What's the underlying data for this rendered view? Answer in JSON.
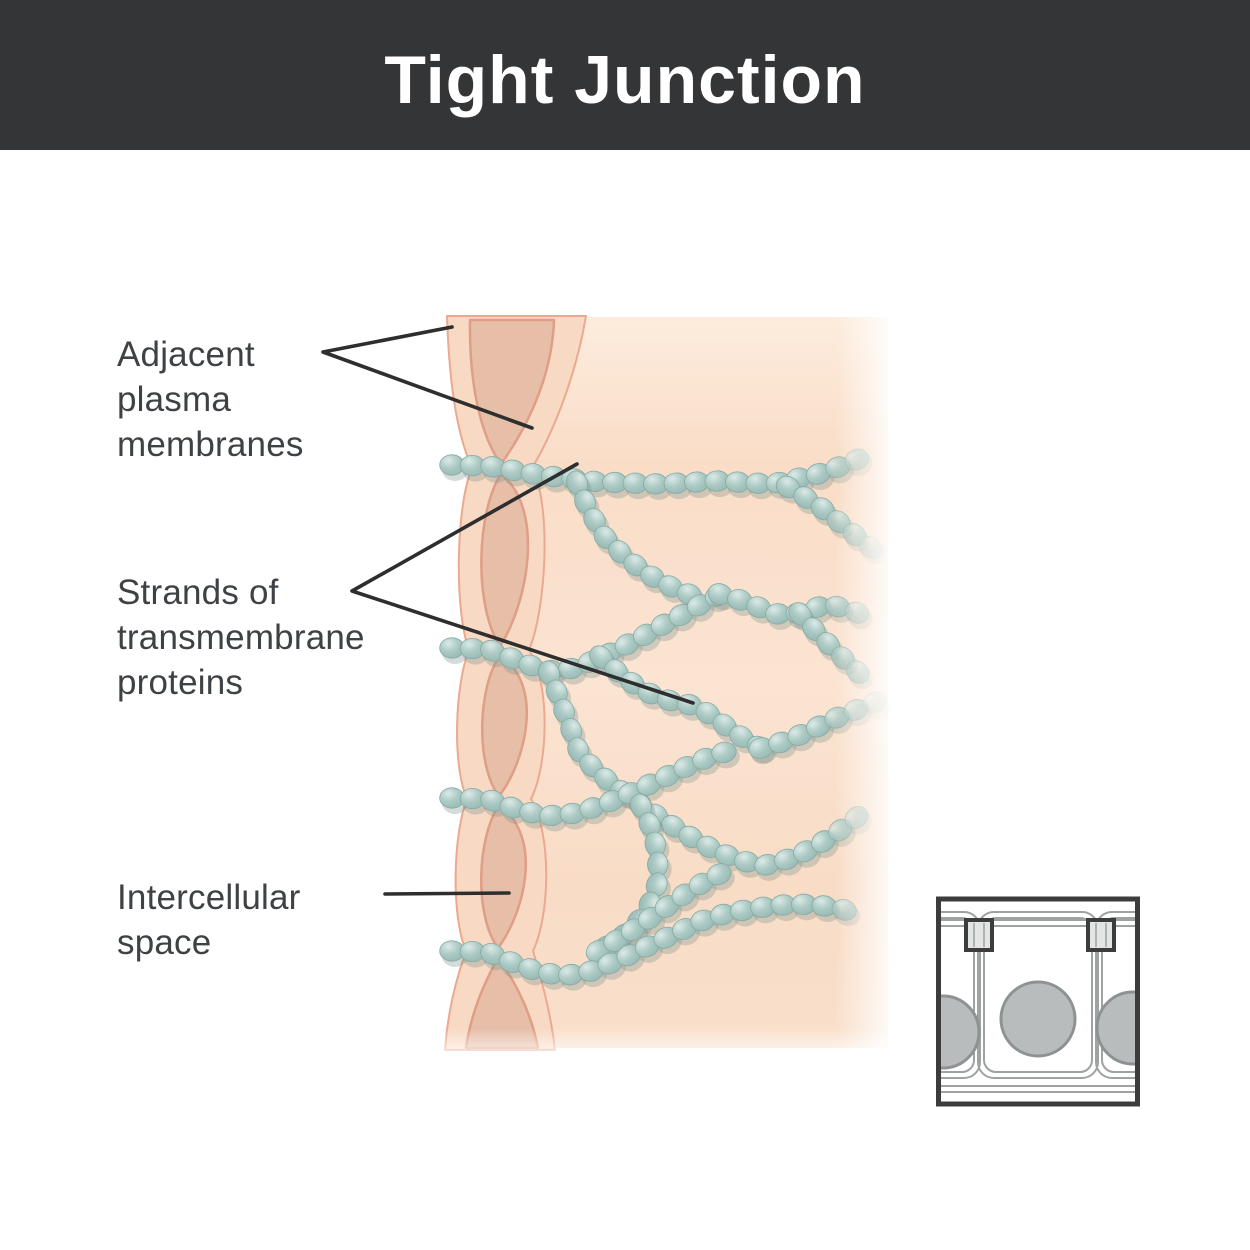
{
  "header": {
    "title": "Tight Junction"
  },
  "labels": {
    "adjacent_plasma_membranes": {
      "lines": [
        "Adjacent",
        "plasma",
        "membranes"
      ]
    },
    "strands_of_transmembrane_proteins": {
      "lines": [
        "Strands of",
        "transmembrane",
        "proteins"
      ]
    },
    "intercellular_space": {
      "lines": [
        "Intercellular",
        "space"
      ]
    }
  },
  "colors": {
    "header_bg": "#333537",
    "header_text": "#ffffff",
    "label_text": "#3f4245",
    "annotation_line": "#2e2e2e",
    "cell_fill": "#fae3d0",
    "cell_fill_light": "#fdecdd",
    "membrane_band": "#f8d9c3",
    "membrane_lens": "#e7bea8",
    "membrane_outline": "#df9e85",
    "bead_fill": "#aecbc6",
    "bead_highlight": "#dceae7",
    "bead_edge": "#86aaa4",
    "bead_shadow": "rgba(122,147,141,0.32)",
    "inset_border": "#3c3c3c",
    "inset_cell_line": "#9ea2a2",
    "inset_square_fill": "#e3e5e5",
    "inset_nucleus_fill": "#b8bcbc",
    "inset_nucleus_edge": "#8e9292"
  }
}
